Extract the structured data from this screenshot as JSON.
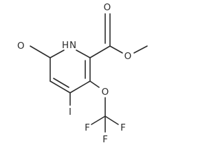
{
  "molecule": {
    "atoms": {
      "o_keto": "O",
      "n_ring": "H",
      "n_ring_n": "N",
      "o_carbonyl": "O",
      "o_ester": "O",
      "iodine": "I",
      "o_ether": "O",
      "f_left": "F",
      "f_bottom": "F",
      "f_right": "F"
    }
  }
}
